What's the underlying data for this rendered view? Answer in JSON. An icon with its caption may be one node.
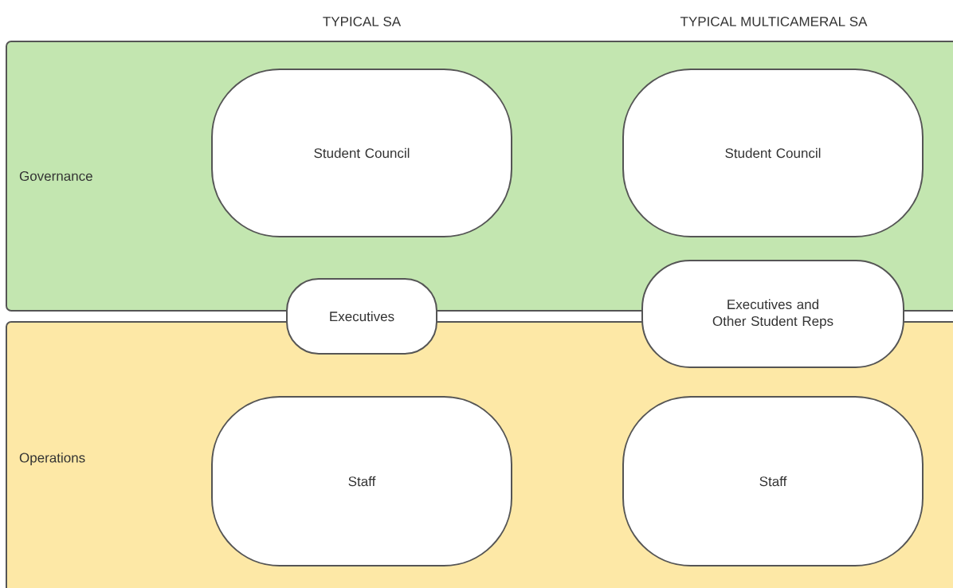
{
  "diagram": {
    "nodes": [
      {
        "text": [
          "Governance"
        ]
      },
      {
        "text": [
          "Operations"
        ]
      },
      {
        "text": [
          "Student Council"
        ],
        "in": 0
      },
      {
        "text": [
          "Student Council"
        ],
        "in": 0
      },
      {
        "text": [
          "Executives"
        ]
      },
      {
        "text": [
          "Executives and Other Student Reps"
        ]
      },
      {
        "text": [
          "Staff"
        ],
        "in": 1
      },
      {
        "text": [
          "Staff"
        ],
        "in": 1
      }
    ],
    "labels": [
      "TYPICAL SA",
      "TYPICAL MULTICAMERAL SA"
    ]
  }
}
